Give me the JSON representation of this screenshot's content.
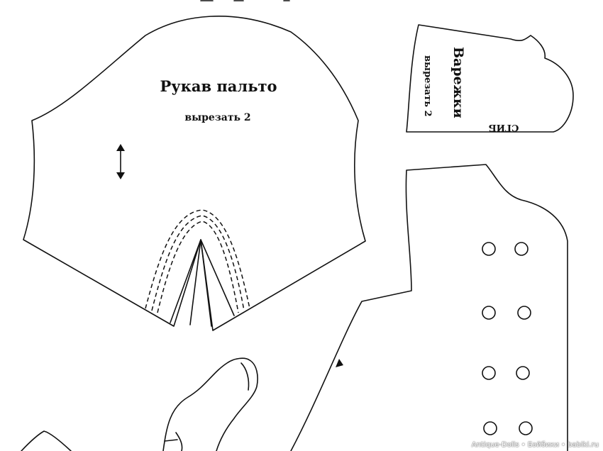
{
  "sleeve_piece": {
    "title": "Рукав пальто",
    "instruction": "вырезать 2"
  },
  "mitten_piece": {
    "title": "Варежки",
    "instruction": "вырезать 2",
    "fold_mark": "СГИБ"
  },
  "coat_front_piece": {
    "button_marks": 8
  },
  "watermark": "Antique-Dolls • Бэйбики • babiki.ru",
  "colors": {
    "line": "#111111",
    "background": "#ffffff"
  }
}
